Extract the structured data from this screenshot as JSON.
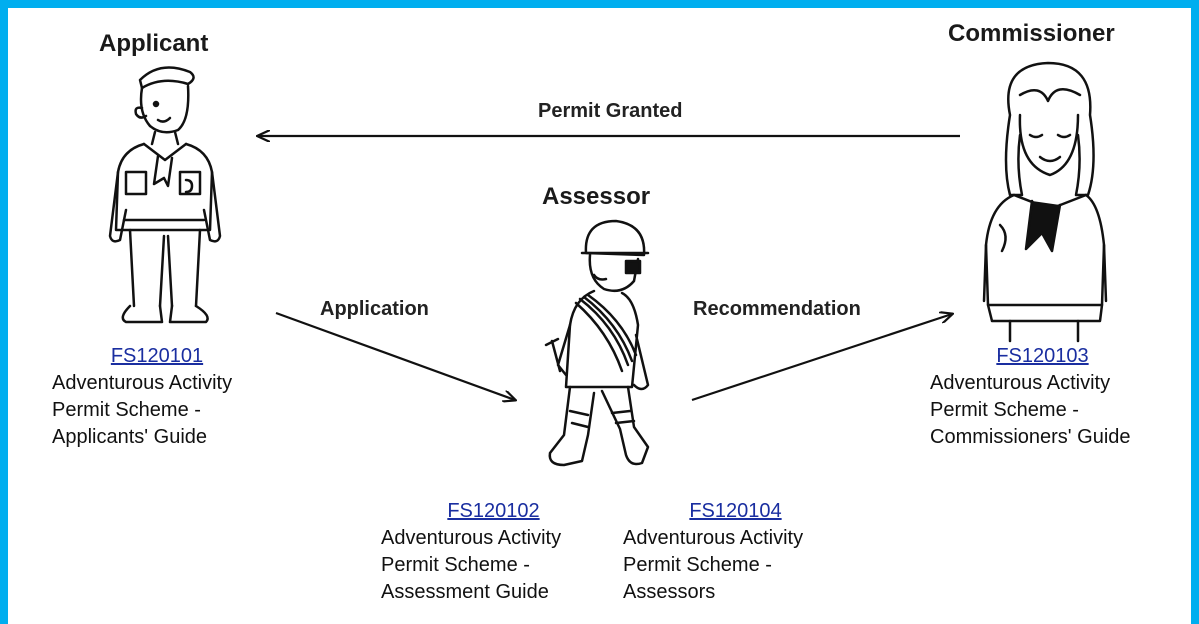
{
  "roles": {
    "applicant": "Applicant",
    "assessor": "Assessor",
    "commissioner": "Commissioner"
  },
  "arrows": {
    "permit_granted": "Permit Granted",
    "application": "Application",
    "recommendation": "Recommendation"
  },
  "documents": {
    "applicant": {
      "code": "FS120101",
      "lines": [
        "Adventurous Activity",
        "Permit Scheme -",
        "Applicants' Guide"
      ]
    },
    "assessor_guide": {
      "code": "FS120102",
      "lines": [
        "Adventurous Activity",
        "Permit Scheme -",
        "Assessment Guide"
      ]
    },
    "commissioner": {
      "code": "FS120103",
      "lines": [
        "Adventurous Activity",
        "Permit Scheme -",
        "Commissioners' Guide"
      ]
    },
    "assessors": {
      "code": "FS120104",
      "lines": [
        "Adventurous Activity",
        "Permit Scheme -",
        "Assessors"
      ]
    }
  },
  "colors": {
    "frame": "#00aeef",
    "link": "#1a2ea0",
    "ink": "#111111"
  }
}
